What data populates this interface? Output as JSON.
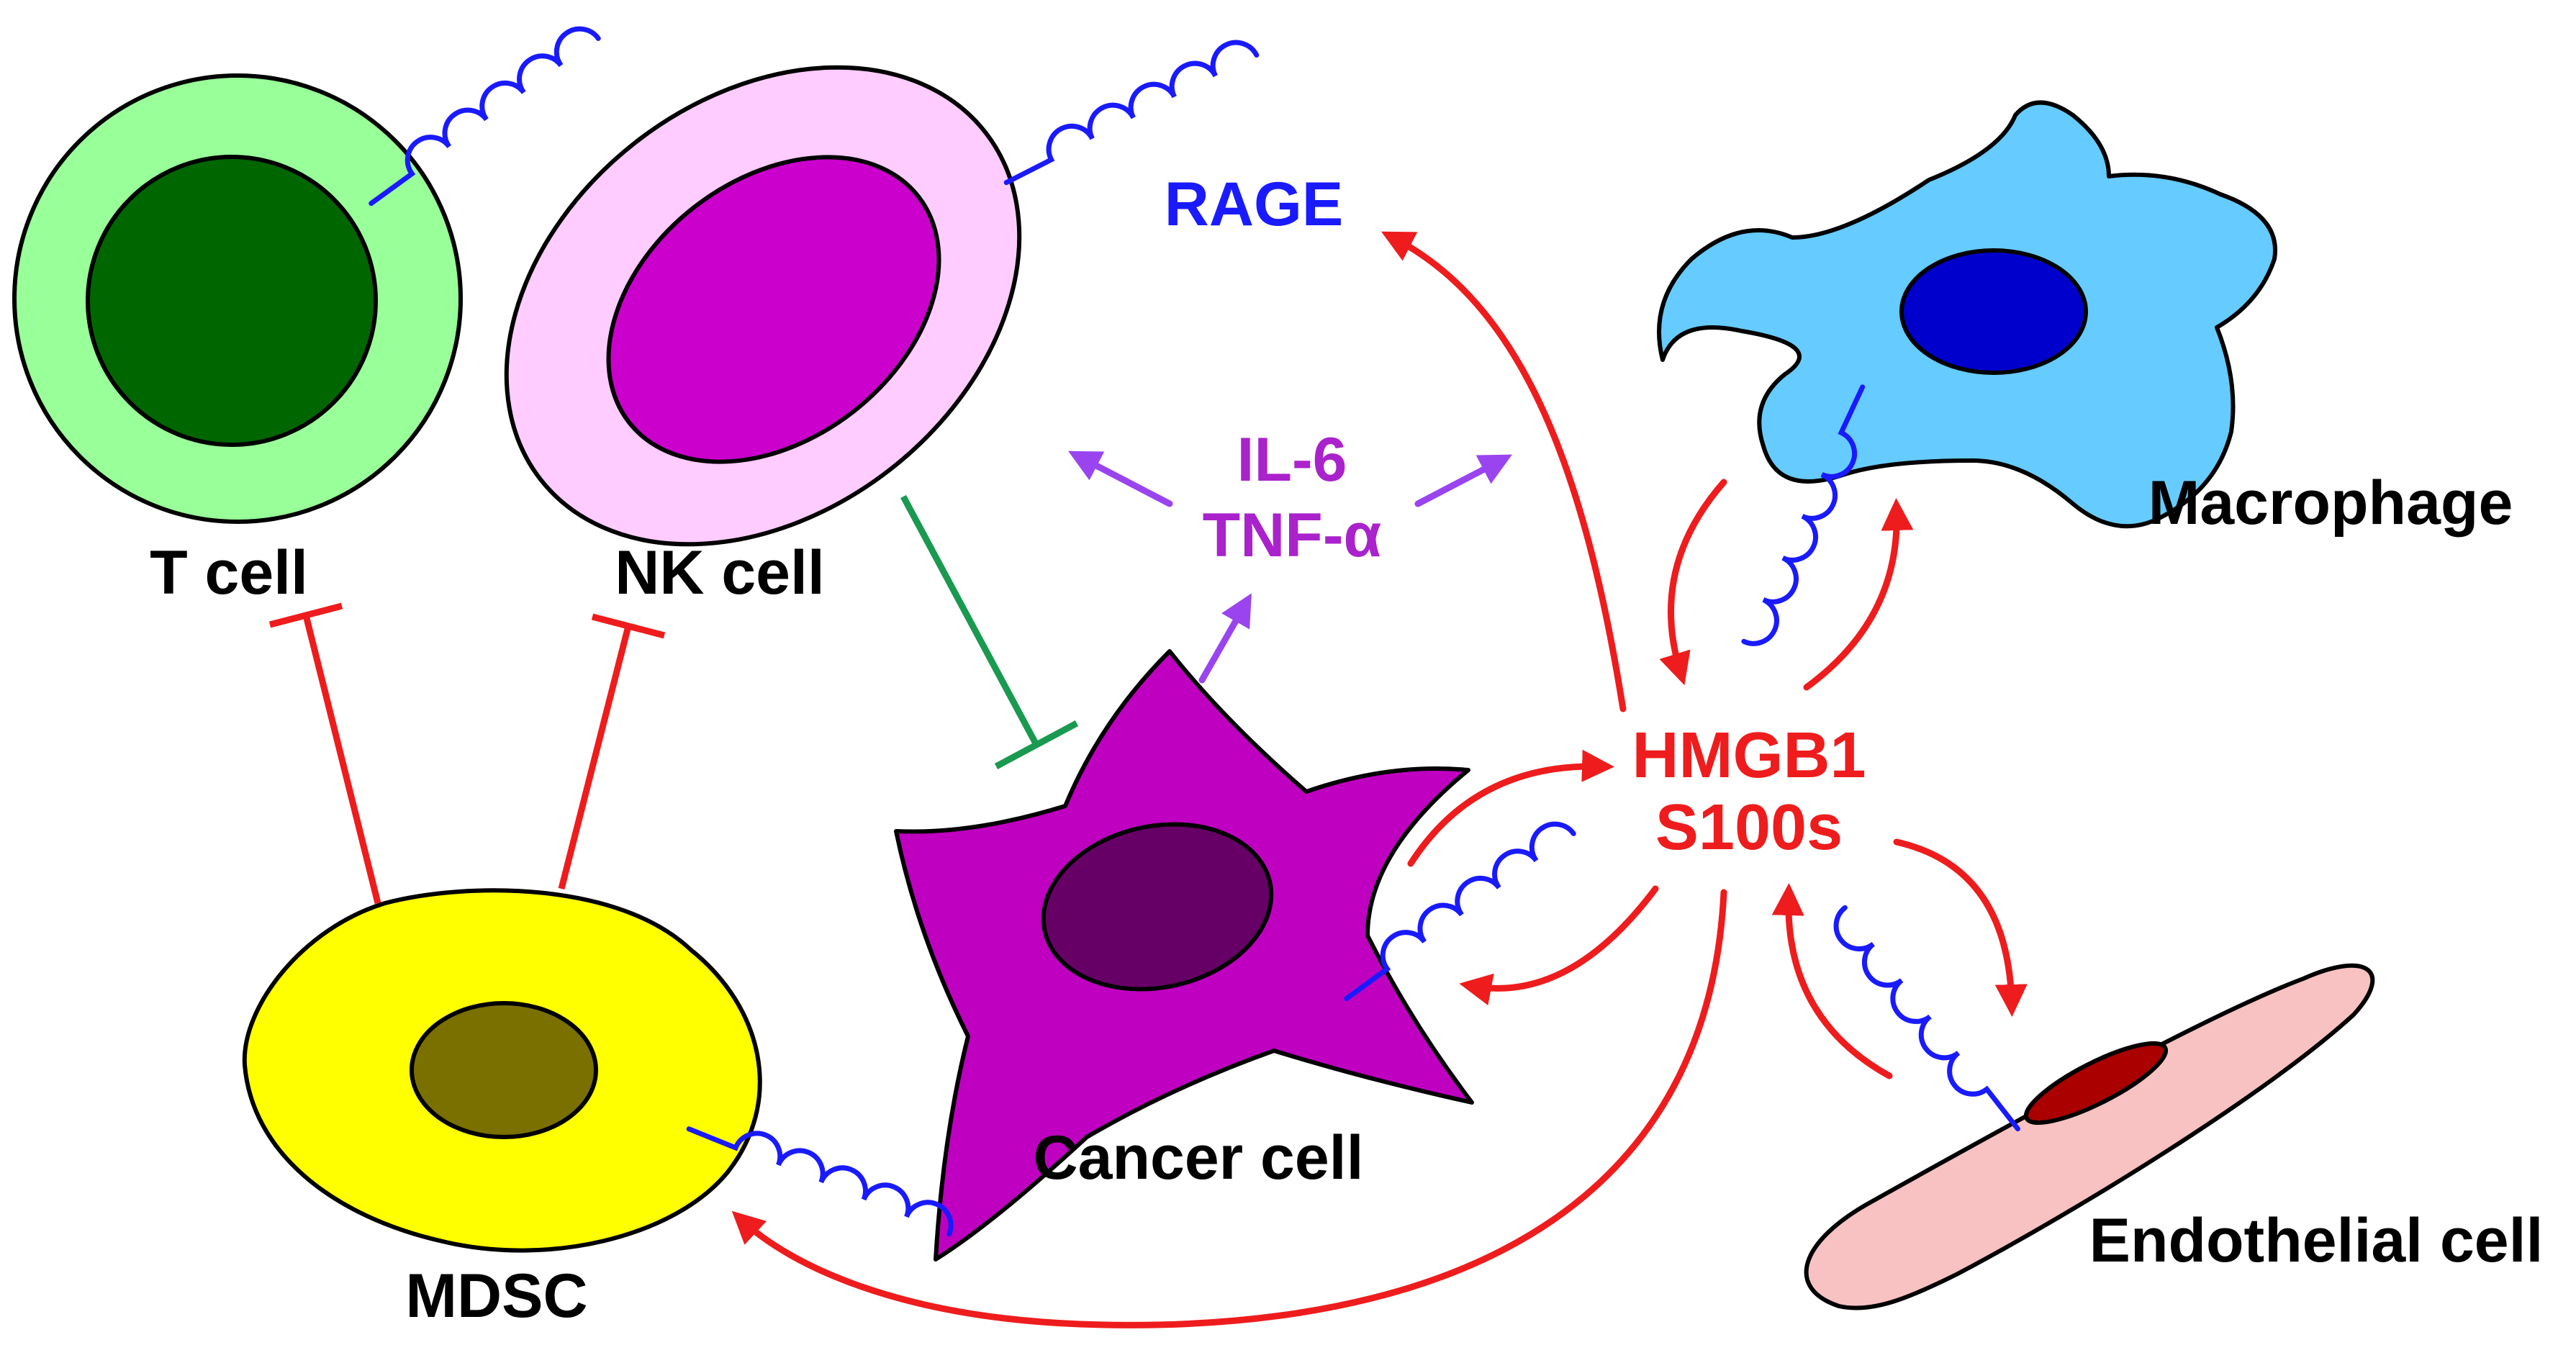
{
  "cells": {
    "t_cell": "T cell",
    "nk_cell": "NK cell",
    "mdsc": "MDSC",
    "cancer_cell": "Cancer cell",
    "macrophage": "Macrophage",
    "endothelial_cell": "Endothelial cell"
  },
  "receptor_label": "RAGE",
  "cytokines": {
    "line1": "IL-6",
    "line2": "TNF-α"
  },
  "ligands": {
    "line1": "HMGB1",
    "line2": "S100s"
  },
  "colors": {
    "t_cell_outer": "#99ff99",
    "t_cell_nucleus": "#006600",
    "nk_cell_outer": "#ffccff",
    "nk_cell_nucleus": "#cc00cc",
    "mdsc_body": "#ffff00",
    "mdsc_nucleus": "#7a7000",
    "cancer_body": "#c000c0",
    "cancer_nucleus": "#660066",
    "macrophage_body": "#66ccff",
    "macrophage_nucleus": "#0000cc",
    "endothelial_body": "#f9c2c2",
    "endothelial_nucleus": "#aa0000",
    "receptor": "#1a1aff",
    "ligand_arrows": "#ee1c1c",
    "cytokine_arrows": "#9944ee",
    "cytokine_text": "#aa22cc",
    "nk_inhibition": "#1a9950",
    "mdsc_inhibition": "#ee1c1c"
  },
  "icons": {
    "receptor_shape": "rage-receptor-icon",
    "activation": "arrow-head-icon",
    "inhibition": "t-bar-inhibition-icon"
  }
}
